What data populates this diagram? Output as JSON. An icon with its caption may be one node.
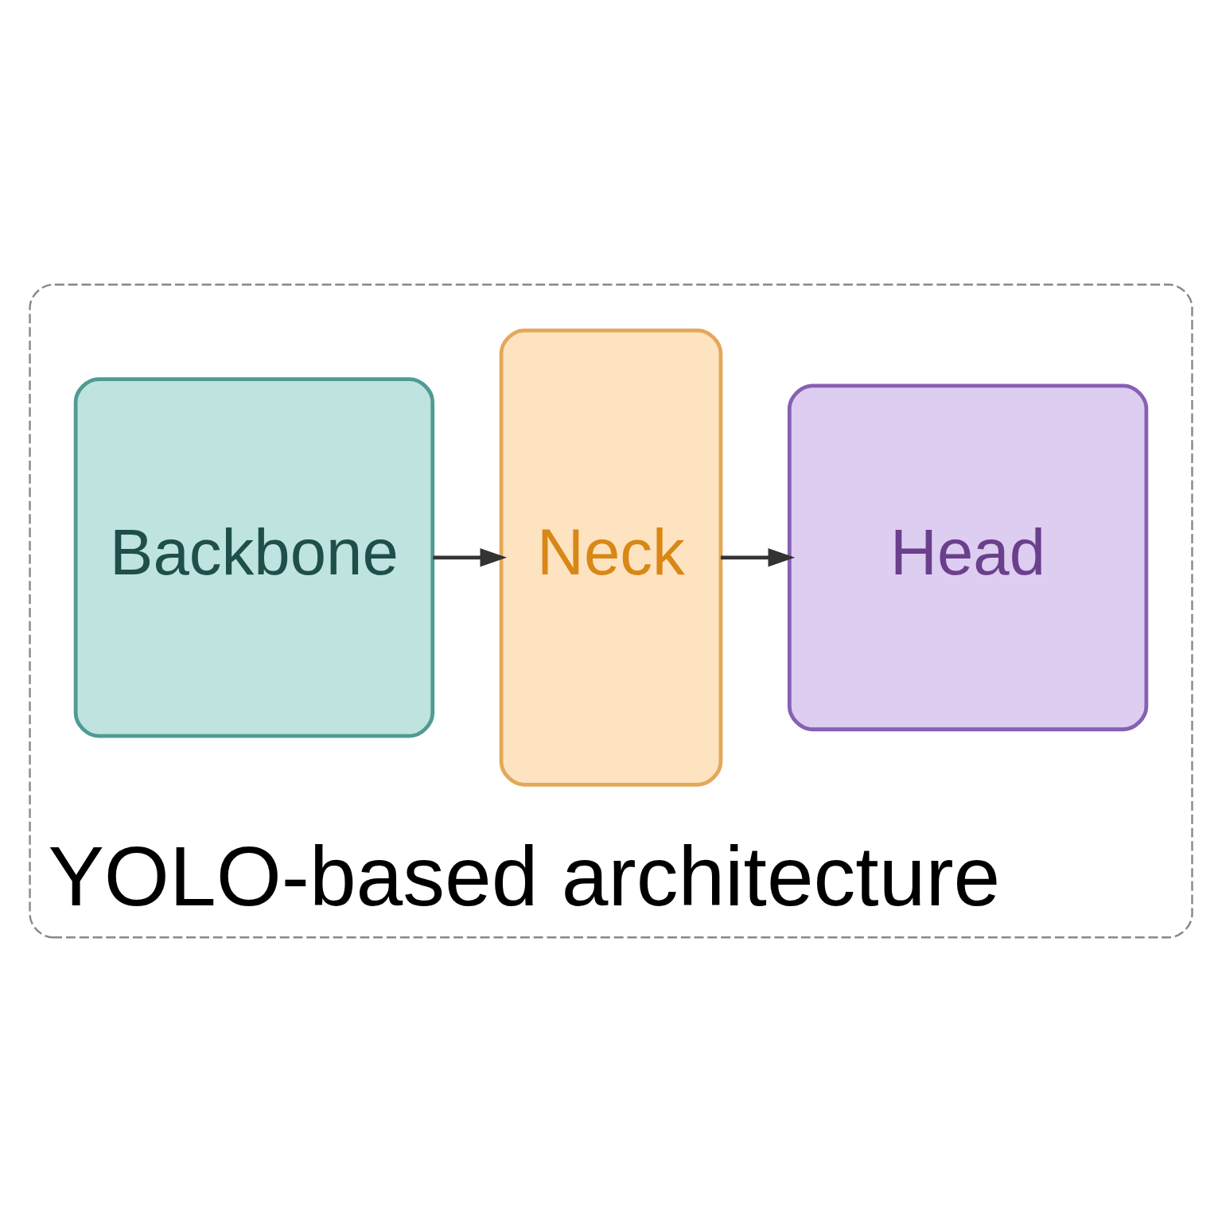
{
  "diagram": {
    "nodes": [
      {
        "text": [
          "YOLO-based architecture"
        ]
      },
      {
        "text": [
          "Backbone"
        ],
        "in": 0
      },
      {
        "text": [
          "Neck"
        ],
        "in": 0
      },
      {
        "text": [
          "Head"
        ],
        "in": 0
      }
    ],
    "edges": [
      {
        "from": 1,
        "to": 2,
        "arrow": "to"
      },
      {
        "from": 2,
        "to": 3,
        "arrow": "to"
      }
    ]
  }
}
